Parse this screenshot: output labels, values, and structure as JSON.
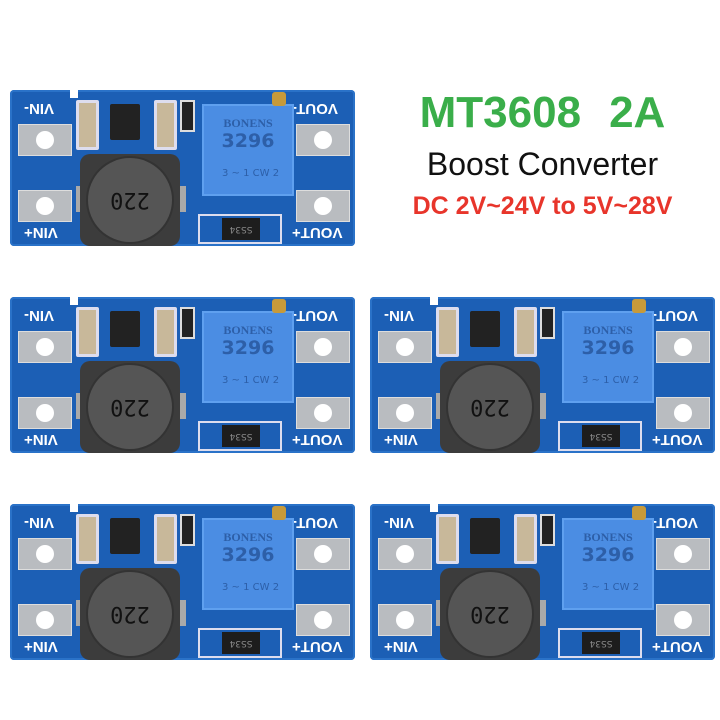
{
  "title": {
    "model": "MT3608",
    "current": "2A",
    "subtitle": "Boost Converter",
    "range": "DC 2V~24V to 5V~28V"
  },
  "colors": {
    "model": "#3aae4a",
    "range": "#e8352b",
    "pcb": "#1c5fb5",
    "potentiometer": "#4b8de3"
  },
  "board": {
    "vin_minus": "VIN-",
    "vin_plus": "VIN+",
    "vout_minus": "VOUT-",
    "vout_plus": "VOUT+",
    "pot_brand": "BONENS",
    "pot_model": "3296",
    "pot_marking": "3 ~ 1  CW 2",
    "inductor": "220",
    "diode": "SS34"
  },
  "board_count": 5
}
